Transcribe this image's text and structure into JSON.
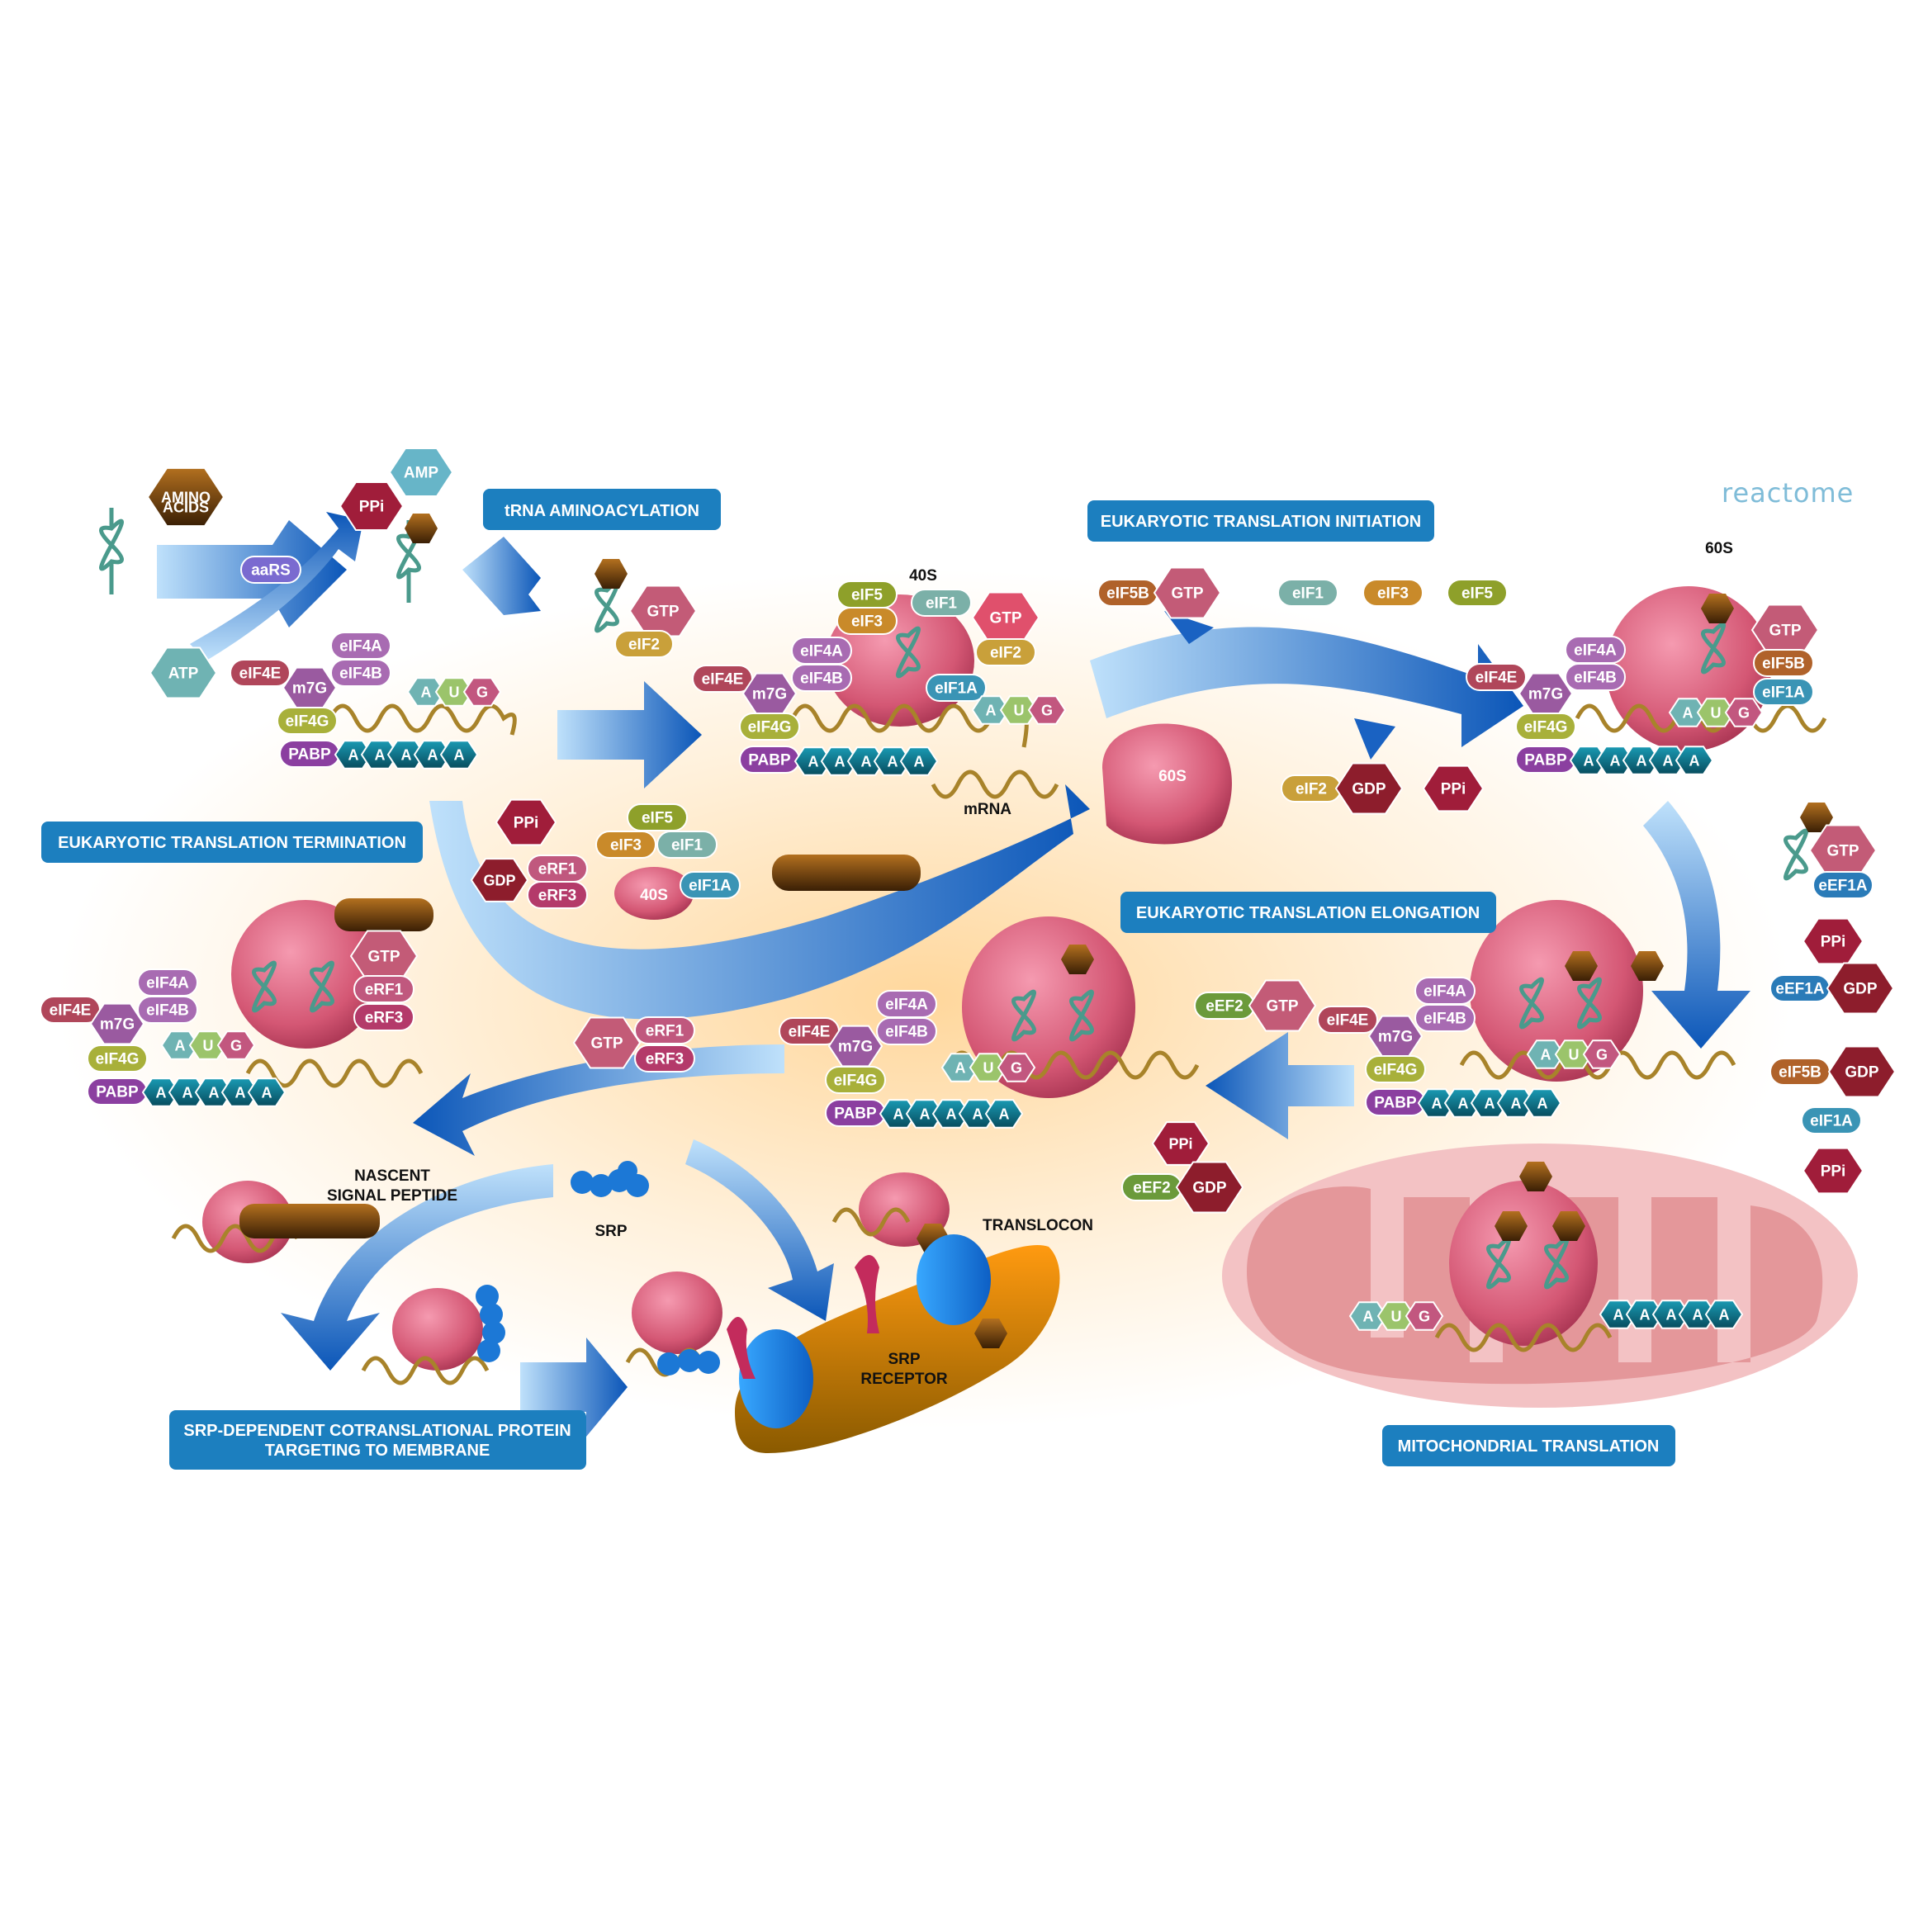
{
  "brand": {
    "name": "reactome"
  },
  "sections": {
    "aminoacylation": "tRNA AMINOACYLATION",
    "initiation": "EUKARYOTIC TRANSLATION INITIATION",
    "termination": "EUKARYOTIC TRANSLATION TERMINATION",
    "elongation": "EUKARYOTIC TRANSLATION ELONGATION",
    "srp_targeting_line1": "SRP-DEPENDENT COTRANSLATIONAL PROTEIN",
    "srp_targeting_line2": "TARGETING TO MEMBRANE",
    "mitochondrial": "MITOCHONDRIAL TRANSLATION"
  },
  "labels": {
    "amino_acids_1": "AMINO",
    "amino_acids_2": "ACIDS",
    "aars": "aaRS",
    "amp": "AMP",
    "ppi": "PPi",
    "atp": "ATP",
    "gtp": "GTP",
    "gdp": "GDP",
    "small_subunit": "40S",
    "large_subunit": "60S",
    "mrna": "mRNA",
    "m7g": "m7G",
    "pabp": "PABP",
    "codon": [
      "A",
      "U",
      "G"
    ],
    "polya": [
      "A",
      "A",
      "A",
      "A",
      "A"
    ],
    "eif1": "eIF1",
    "eif1a": "eIF1A",
    "eif2": "eIF2",
    "eif3": "eIF3",
    "eif4a": "eIF4A",
    "eif4b": "eIF4B",
    "eif4e": "eIF4E",
    "eif4g": "eIF4G",
    "eif5": "eIF5",
    "eif5b": "eIF5B",
    "eef1a": "eEF1A",
    "eef2": "eEF2",
    "erf1": "eRF1",
    "erf3": "eRF3",
    "nascent_1": "NASCENT",
    "nascent_2": "SIGNAL PEPTIDE",
    "srp": "SRP",
    "translocon": "TRANSLOCON",
    "srp_receptor_1": "SRP",
    "srp_receptor_2": "RECEPTOR"
  },
  "colors": {
    "section_box": "#1c7fbf",
    "ribosome": "#d9607a",
    "arrow": "#2a7bd3",
    "hex_ppi": "#a01d3a",
    "amp": "#67b5c8",
    "atp": "#6fb3b3",
    "polya": "#0d6f86",
    "amino_acid": "#6b3a0c",
    "mito_outer": "#f0b8bc",
    "er_membrane": "#f08a00"
  }
}
